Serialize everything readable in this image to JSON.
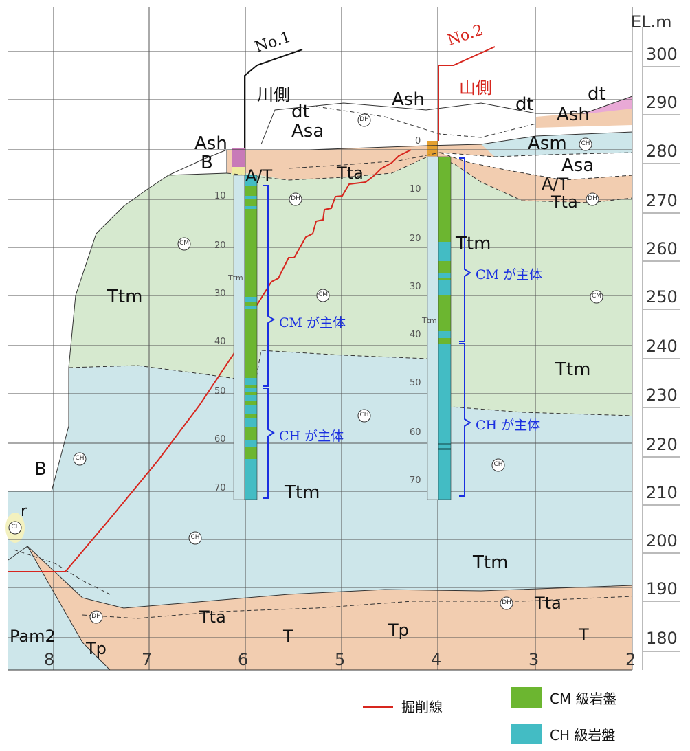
{
  "axis": {
    "unit_label": "EL.m",
    "elevations": [
      "300",
      "290",
      "280",
      "270",
      "260",
      "250",
      "240",
      "230",
      "220",
      "210",
      "200",
      "190",
      "180"
    ],
    "sections": [
      "8",
      "7",
      "6",
      "5",
      "4",
      "3",
      "2"
    ]
  },
  "boreholes": {
    "no1": {
      "label": "No.1",
      "side": "川側",
      "depth_ticks": [
        "10",
        "20",
        "30",
        "40",
        "50",
        "60",
        "70"
      ],
      "core_label": "Ttm",
      "top_tick": ""
    },
    "no2": {
      "label": "No.2",
      "side": "山側",
      "depth_ticks": [
        "10",
        "20",
        "30",
        "40",
        "50",
        "60",
        "70"
      ],
      "core_label": "Ttm",
      "top_tick": "0"
    }
  },
  "annotations": {
    "no1_cm": "CM が主体",
    "no1_ch": "CH が主体",
    "no2_cm": "CM が主体",
    "no2_ch": "CH が主体"
  },
  "units": {
    "ttm_left": "Ttm",
    "ttm_right": "Ttm",
    "ttm_no2": "Ttm",
    "ttm_no1_bottom": "Ttm",
    "ttm_lower": "Ttm",
    "tta_lower_left": "Tta",
    "tta_lower_right": "Tta",
    "tta_upper": "Tta",
    "tta_right": "Tta",
    "t_left": "T",
    "t_right": "T",
    "tp_mid": "Tp",
    "tp_left": "Tp",
    "pam2": "Pam2",
    "b_left": "B",
    "b_top": "B",
    "r": "r",
    "ash_left": "Ash",
    "ash_mid": "Ash",
    "ash_right": "Ash",
    "dt_mid": "dt",
    "dt_mid2": "dt",
    "dt_right": "dt",
    "asa_mid": "Asa",
    "asa_right": "Asa",
    "asm": "Asm",
    "at_left": "A/T",
    "at_right": "A/T"
  },
  "rock_grades": {
    "cm": "CM",
    "ch": "CH",
    "dh": "DH",
    "cl": "CL"
  },
  "legend": {
    "excavation_line": "掘削線",
    "cm_rock": "CM 級岩盤",
    "ch_rock": "CH 級岩盤"
  },
  "colors": {
    "ttm_cm_zone": "#d6e9cf",
    "ttm_ch_zone": "#cde6ea",
    "tta_zone": "#f2cdb0",
    "asm_zone": "#cde6ea",
    "cm_rock": "#6cb630",
    "ch_rock": "#43bcc4",
    "excavation_line": "#d7261e",
    "annotation_blue": "#1a2fe0",
    "no2_red": "#d7261e"
  }
}
